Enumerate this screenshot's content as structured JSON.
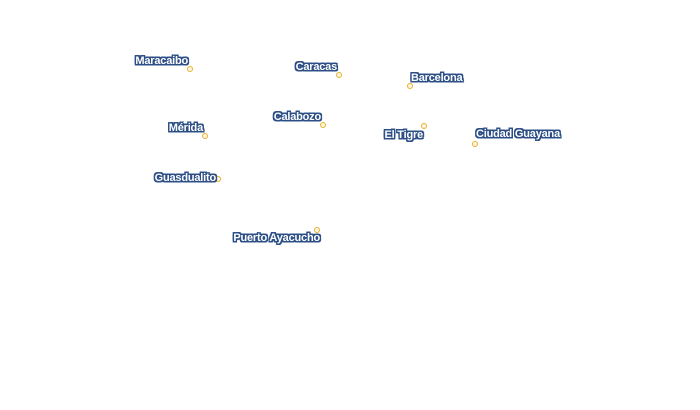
{
  "map": {
    "accent_colors": {
      "label_fill": "#ffffff",
      "label_halo": "#2d4f86",
      "marker_stroke": "#e8b030",
      "marker_fill": "#fff7df",
      "background": "#ffffff"
    },
    "marker_icon": "circle-marker",
    "cities": [
      {
        "id": "maracaibo",
        "label": "Maracaibo"
      },
      {
        "id": "caracas",
        "label": "Caracas"
      },
      {
        "id": "barcelona",
        "label": "Barcelona"
      },
      {
        "id": "merida",
        "label": "Mérida"
      },
      {
        "id": "calabozo",
        "label": "Calabozo"
      },
      {
        "id": "eltigre",
        "label": "El Tigre"
      },
      {
        "id": "ciudadguayana",
        "label": "Ciudad Guayana"
      },
      {
        "id": "guasdualito",
        "label": "Guasdualito"
      },
      {
        "id": "puertoayacucho",
        "label": "Puerto Ayacucho"
      }
    ]
  }
}
